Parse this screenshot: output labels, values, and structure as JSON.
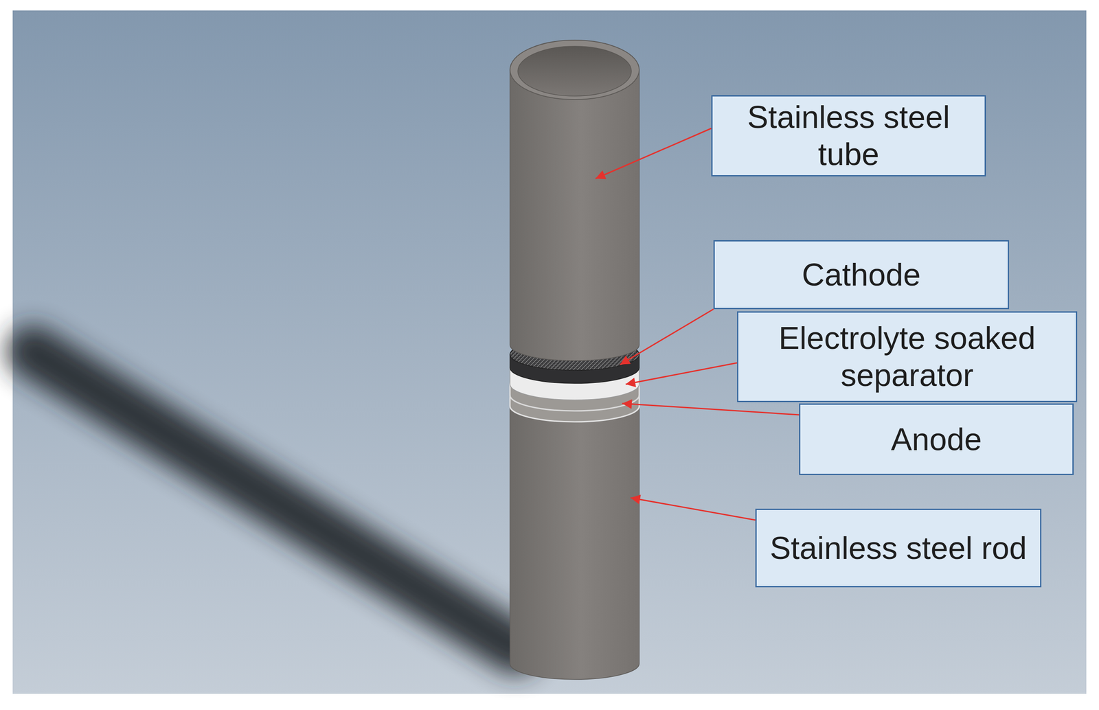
{
  "diagram": {
    "nodes": [
      {
        "text": [
          "Stainless steel tube"
        ]
      },
      {
        "text": [
          "Cathode"
        ]
      },
      {
        "text": [
          "Electrolyte soaked separator"
        ]
      },
      {
        "text": [
          "Anode"
        ]
      },
      {
        "text": [
          "Stainless steel rod"
        ]
      }
    ]
  }
}
